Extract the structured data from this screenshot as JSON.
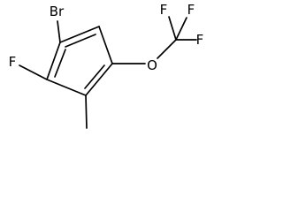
{
  "structure": {
    "atom_labels": {
      "bromine": "Br",
      "fluorine_ring": "F",
      "oxygen": "O",
      "fluorine_cf3_top_left": "F",
      "fluorine_cf3_top_right": "F",
      "fluorine_cf3_right": "F"
    },
    "substituents": [
      "Br",
      "F",
      "CH3",
      "OCF3"
    ]
  }
}
